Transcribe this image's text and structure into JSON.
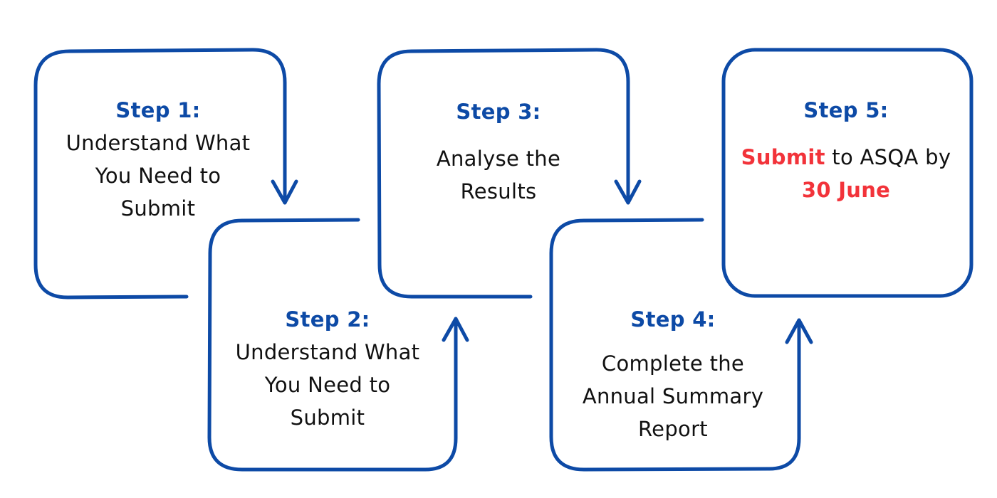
{
  "colors": {
    "stroke": "#0d4aa6",
    "title": "#0d4aa6",
    "text": "#111111",
    "highlight": "#f2333a"
  },
  "steps": [
    {
      "title": "Step 1:",
      "lines": [
        "Understand What",
        "You Need to",
        "Submit"
      ]
    },
    {
      "title": "Step 2:",
      "lines": [
        "Understand What",
        "You Need to",
        "Submit"
      ]
    },
    {
      "title": "Step 3:",
      "lines": [
        "Analyse the",
        "Results"
      ]
    },
    {
      "title": "Step 4:",
      "lines": [
        "Complete the",
        "Annual Summary",
        "Report"
      ]
    },
    {
      "title": "Step 5:",
      "line1_highlight": "Submit",
      "line1_rest": " to ASQA by",
      "line2_highlight": "30 June"
    }
  ]
}
